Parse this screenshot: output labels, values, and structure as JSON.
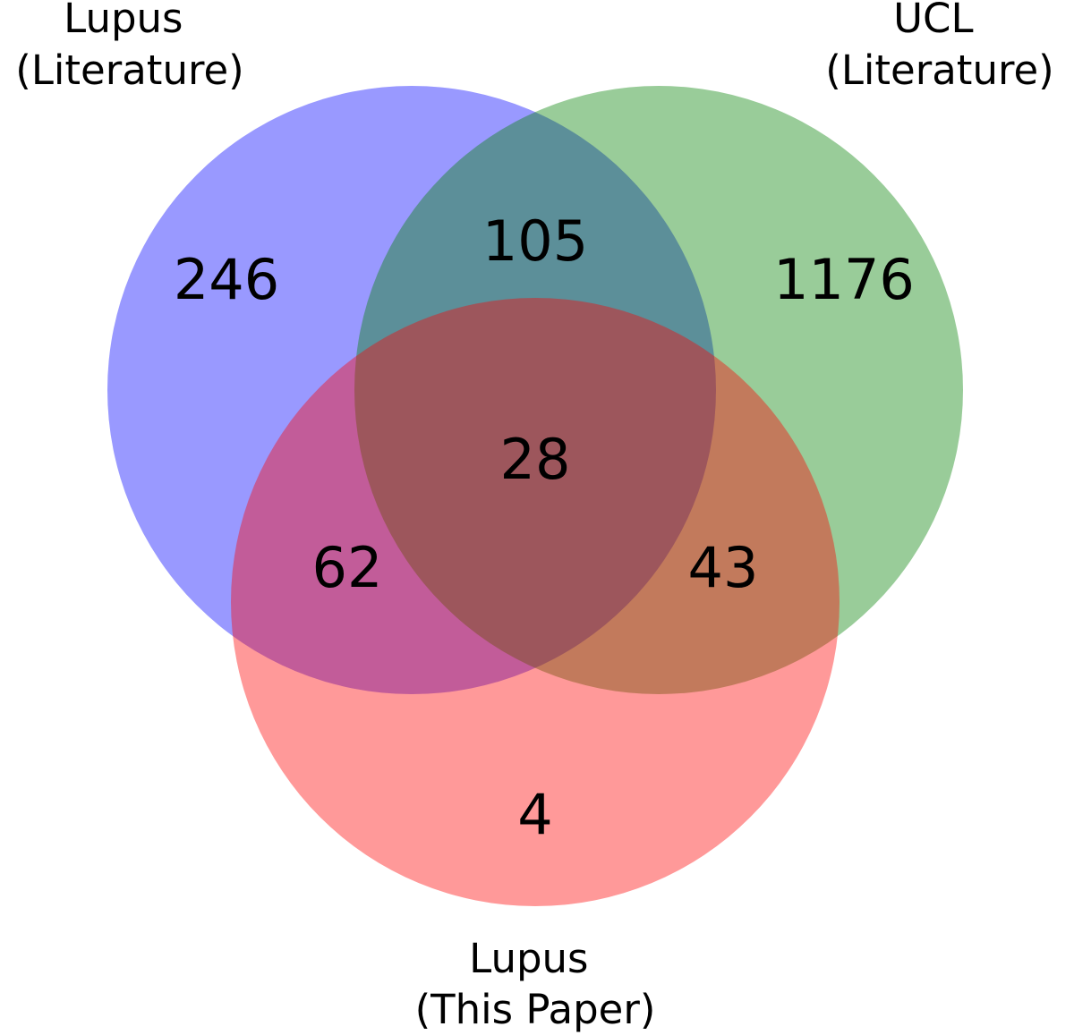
{
  "diagram": {
    "type": "venn3",
    "sets": [
      {
        "key": "A",
        "label_lines": [
          "Lupus",
          "(Literature)"
        ],
        "color": "#0000ff",
        "opacity": 0.4
      },
      {
        "key": "B",
        "label_lines": [
          "UCL",
          "(Literature)"
        ],
        "color": "#008000",
        "opacity": 0.4
      },
      {
        "key": "C",
        "label_lines": [
          "Lupus",
          "(This Paper)"
        ],
        "color": "#ff0000",
        "opacity": 0.4
      }
    ],
    "regions": {
      "A_only": "246",
      "B_only": "1176",
      "C_only": "4",
      "AB": "105",
      "AC": "62",
      "BC": "43",
      "ABC": "28"
    }
  }
}
